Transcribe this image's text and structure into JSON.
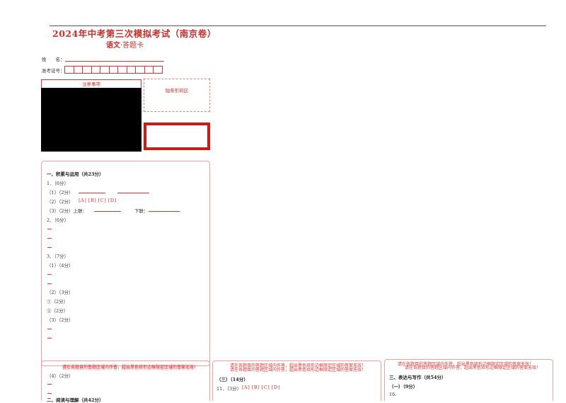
{
  "header": {
    "title": "2024年中考第三次模拟考试（南京卷）",
    "subtitle_bold": "语文",
    "subtitle_rest": "·答题卡"
  },
  "form": {
    "name_label": "姓　　名：",
    "id_label": "准考证号："
  },
  "notice": {
    "title": "注意事项"
  },
  "barcode": {
    "title": "贴条形码区"
  },
  "section1": {
    "heading": "一、积累与运用（共23分）",
    "q1": "1．（6分）",
    "q1_1": "（1）（2分）",
    "q1_2": "（2）（2分）",
    "q1_2_options": "[A] [B] [C] [D]",
    "q1_3": "（3）（2分）上联：",
    "q1_3_b": "下联：",
    "q2": "2．（6分）",
    "q3": "3．（7分）",
    "q3_1": "（1）（4分）",
    "q3_2": "（2）（3分）",
    "q3_2_a": "①（2分）",
    "q3_2_b": "②（2分）",
    "q3_3": "（3）（2分）",
    "q4": "（4）（2分）",
    "next": "二、阅读与理解（共42分）"
  },
  "warning": "请在各题目的答题区域内作答，超出黑色矩形边框限定区域的答案无效！",
  "section_mid": {
    "heading": "（三）（14分）",
    "q11": "11．（3分）",
    "q11_options": "[A] [B] [C] [D]"
  },
  "section_right": {
    "heading": "三、表达与写作（共54分）",
    "sub": "（一）（9分）",
    "q16": "16."
  }
}
